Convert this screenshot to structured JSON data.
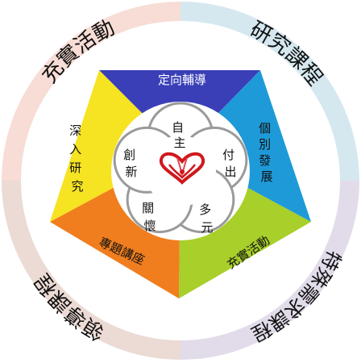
{
  "outer_ring": {
    "segments": [
      {
        "label": "充實活動",
        "color": "#f7ddd6"
      },
      {
        "label": "研究課程",
        "color": "#d5e8f0"
      },
      {
        "label": "特殊需求課程",
        "color": "#e2dcea"
      },
      {
        "label": "領導課程",
        "color": "#ecdad4"
      }
    ]
  },
  "pentagon": {
    "bands": [
      {
        "label": "定向輔導",
        "color": "#3a3fb8"
      },
      {
        "label": "個別發展",
        "color": "#1e9ad8"
      },
      {
        "label": "充實活動",
        "color": "#a8cf2a"
      },
      {
        "label": "專題講座",
        "color": "#f07e1e"
      },
      {
        "label": "深入研究",
        "color": "#f6e321"
      }
    ]
  },
  "flower": {
    "petals": [
      {
        "label": "自主"
      },
      {
        "label": "付出"
      },
      {
        "label": "多元"
      },
      {
        "label": "關懷"
      },
      {
        "label": "創新"
      }
    ],
    "center_icon": "heart-hands-icon"
  }
}
